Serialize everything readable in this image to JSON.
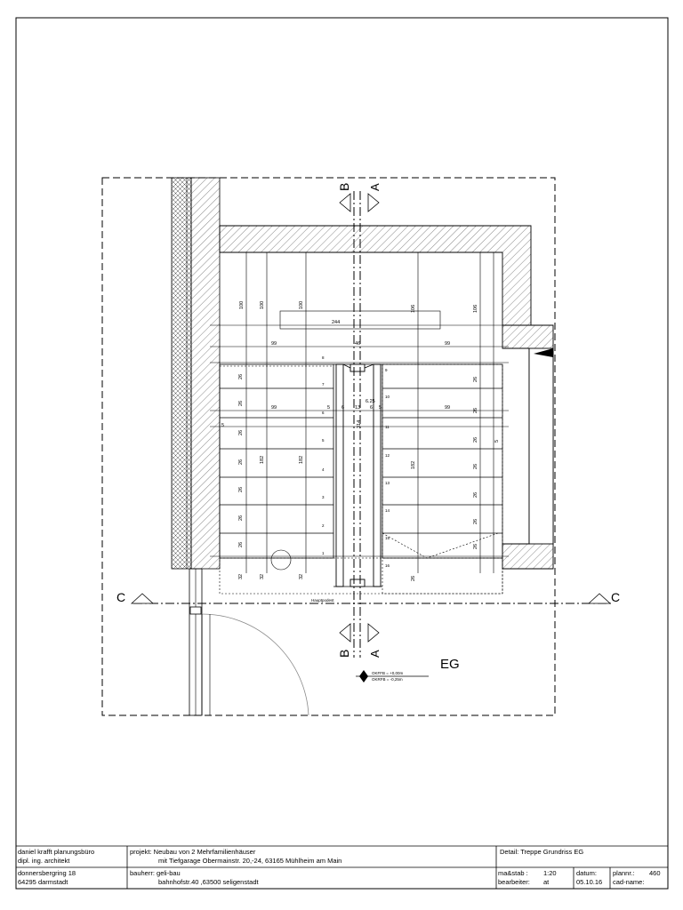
{
  "drawing": {
    "section_marks": {
      "b": "B",
      "a": "A",
      "c": "C"
    },
    "level_label": "EG",
    "landing_label": "Hauptpodest",
    "elevation_1": "OKFFB = +0,00m",
    "elevation_2": "OKRFB = -0,25m",
    "dims_top": [
      "100",
      "100",
      "100",
      "106",
      "106"
    ],
    "dim_244": "244",
    "dims_row1": [
      "99",
      "46",
      "99"
    ],
    "dims_row2": [
      "99",
      "5",
      "6",
      "13",
      "6",
      "5",
      "99"
    ],
    "dim_314": "314",
    "dim_6_25": "6.25",
    "dim_5_left": "5",
    "dim_5_right": "5",
    "left_risers": [
      "26",
      "26",
      "26",
      "26",
      "26",
      "26",
      "26"
    ],
    "left_landing": [
      "32",
      "32",
      "32"
    ],
    "right_risers": [
      "26",
      "26",
      "26",
      "26",
      "26",
      "26",
      "26"
    ],
    "right_landing": "26",
    "run_length": [
      "182",
      "182",
      "182"
    ],
    "step_nums_left": [
      "8",
      "7",
      "6",
      "5",
      "4",
      "3",
      "2",
      "1"
    ],
    "step_nums_right": [
      "9",
      "10",
      "11",
      "12",
      "13",
      "14",
      "15",
      "16"
    ]
  },
  "titleblock": {
    "office_line1": "daniel krafft planungsbüro",
    "office_line2": "dipl. ing. architekt",
    "office_line3": "donnersbergring 18",
    "office_line4": "64295 darmstadt",
    "project_line1": "projekt: Neubau von 2 Mehrfamilienhäuser",
    "project_line2": "mit Tiefgarage Obermainstr. 20,-24, 63165 Mühlheim am Main",
    "client_line1": "bauherr: geli-bau",
    "client_line2": "bahnhofstr.40 ,63500 seligenstadt",
    "detail": "Detail:  Treppe Grundriss  EG",
    "scale_label": "ma&stab :",
    "scale_value": "1:20",
    "editor_label": "bearbeiter:",
    "editor_value": "at",
    "date_label": "datum:",
    "date_value": "05.10.16",
    "plan_label": "plannr.:",
    "plan_value": "460",
    "cad_label": "cad-name:",
    "cad_value": ""
  }
}
